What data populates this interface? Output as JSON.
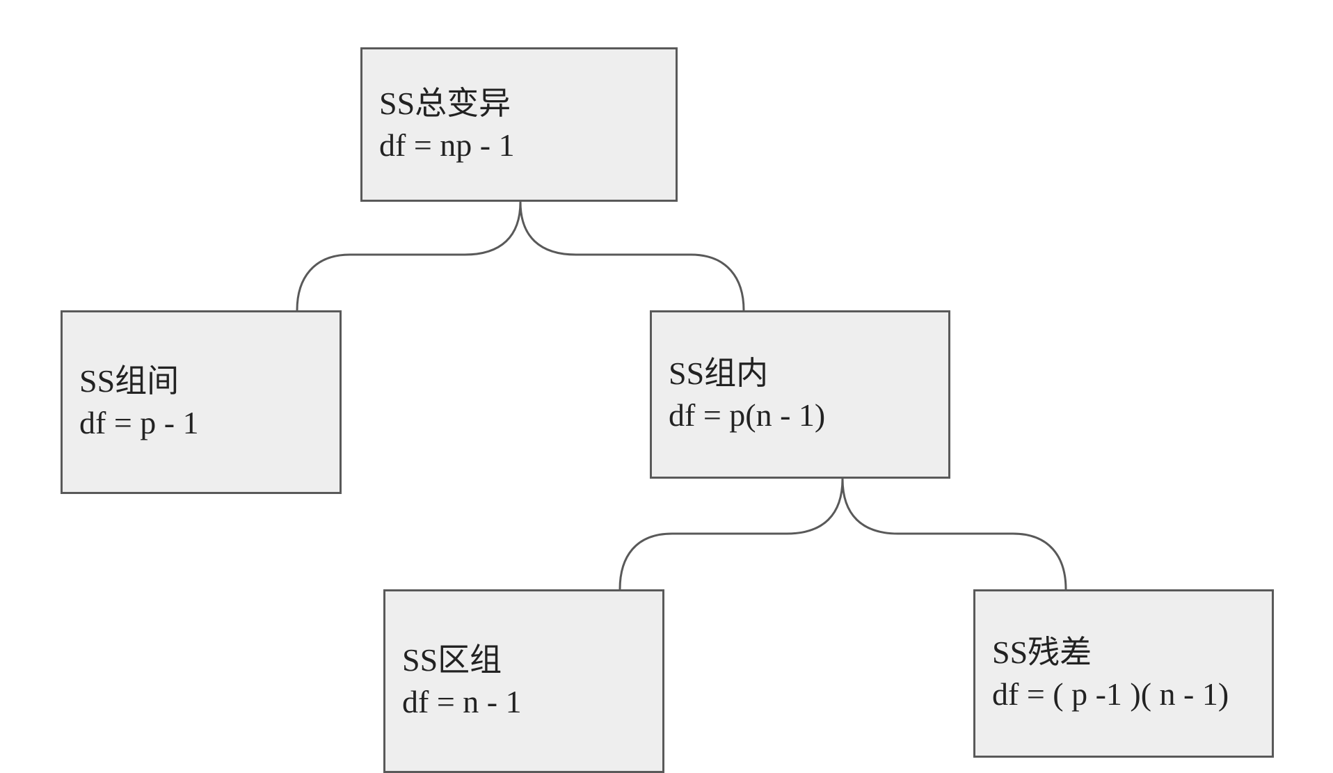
{
  "nodes": {
    "total": {
      "title": "SS总变异",
      "formula": "df = np - 1"
    },
    "between": {
      "title": "SS组间",
      "formula": "df = p - 1"
    },
    "within": {
      "title": "SS组内",
      "formula": "df = p(n - 1)"
    },
    "block": {
      "title": "SS区组",
      "formula": "df = n - 1"
    },
    "resid": {
      "title": "SS残差",
      "formula": "df = ( p -1 )( n - 1)"
    }
  },
  "colors": {
    "box_fill": "#eeeeee",
    "box_border": "#595959",
    "text": "#222222",
    "connector": "#595959"
  }
}
